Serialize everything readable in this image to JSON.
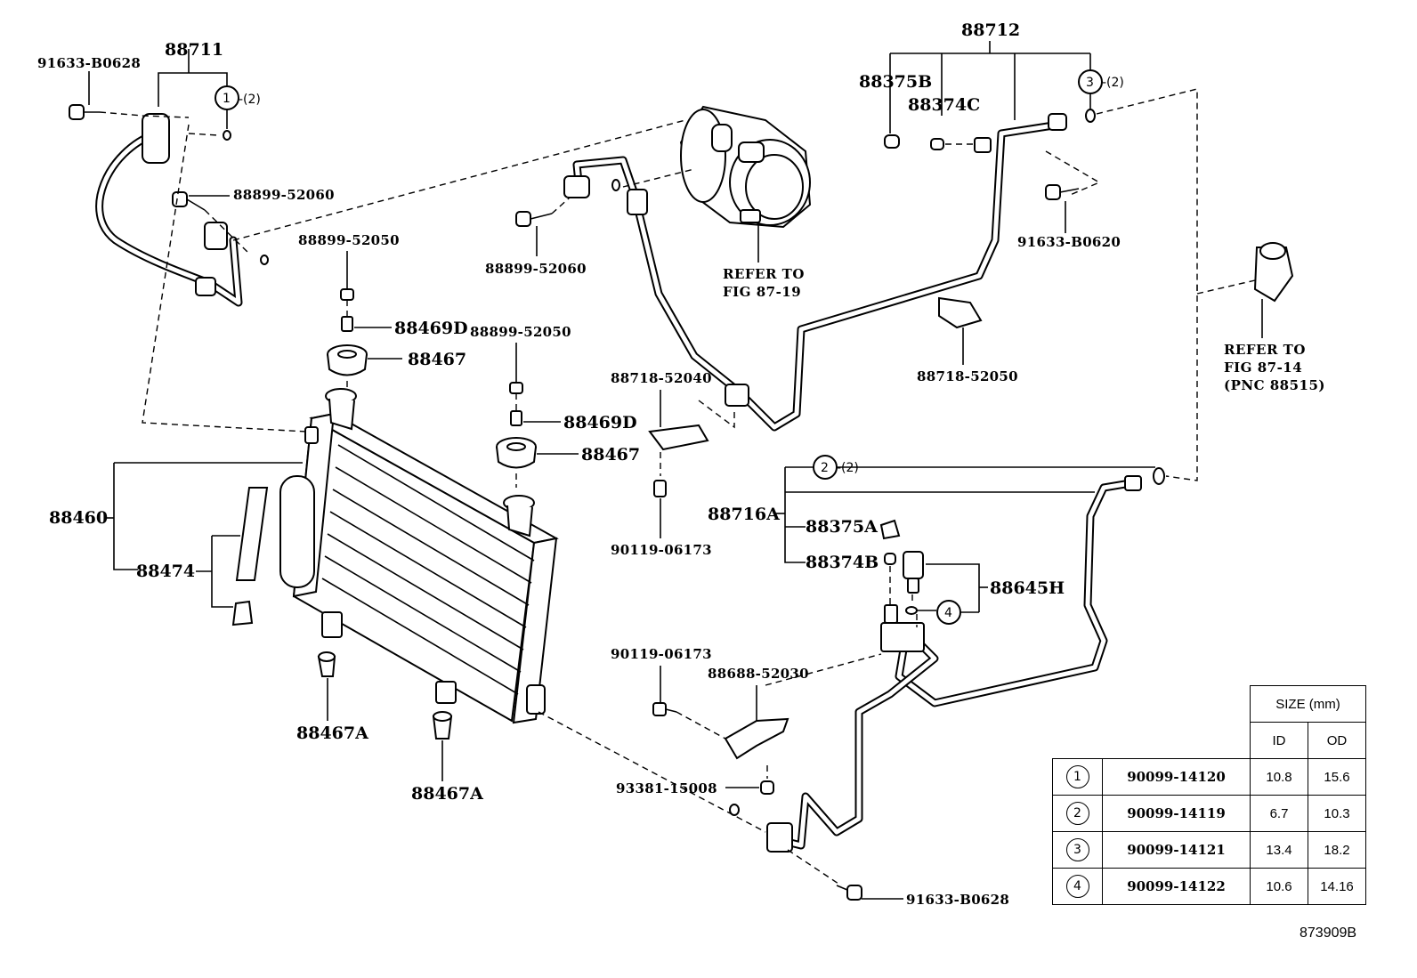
{
  "diagram": {
    "labels": {
      "p88711": "88711",
      "p91633_b0628_top": "91633-B0628",
      "qty_1": "-(2)",
      "p88899_52060_left": "88899-52060",
      "p88899_52050_a": "88899-52050",
      "p88469d_a": "88469D",
      "p88467_a": "88467",
      "p88899_52050_b": "88899-52050",
      "p88469d_b": "88469D",
      "p88467_b": "88467",
      "p88460": "88460",
      "p88474": "88474",
      "p88467a_left": "88467A",
      "p88467a_right": "88467A",
      "p88899_52060_mid": "88899-52060",
      "refer_87_19_a": "REFER TO",
      "refer_87_19_b": "FIG 87-19",
      "p88718_52040": "88718-52040",
      "p90119_06173_a": "90119-06173",
      "p88712": "88712",
      "p88375b": "88375B",
      "p88374c": "88374C",
      "qty_3": "-(2)",
      "p91633_b0620": "91633-B0620",
      "p88718_52050": "88718-52050",
      "refer_87_14_a": "REFER TO",
      "refer_87_14_b": "FIG 87-14",
      "refer_87_14_c": "(PNC 88515)",
      "qty_2": "-(2)",
      "p88716a": "88716A",
      "p88375a": "88375A",
      "p88374b": "88374B",
      "p88645h": "88645H",
      "p90119_06173_b": "90119-06173",
      "p88688_52030": "88688-52030",
      "p93381_15008": "93381-15008",
      "p91633_b0628_bottom": "91633-B0628"
    },
    "circle_refs": {
      "c1": "1",
      "c2": "2",
      "c3": "3",
      "c4": "4"
    }
  },
  "size_table": {
    "header_size": "SIZE (mm)",
    "header_id": "ID",
    "header_od": "OD",
    "rows": [
      {
        "index": "1",
        "part": "90099-14120",
        "id": "10.8",
        "od": "15.6"
      },
      {
        "index": "2",
        "part": "90099-14119",
        "id": "6.7",
        "od": "10.3"
      },
      {
        "index": "3",
        "part": "90099-14121",
        "id": "13.4",
        "od": "18.2"
      },
      {
        "index": "4",
        "part": "90099-14122",
        "id": "10.6",
        "od": "14.16"
      }
    ]
  },
  "figure_code": "873909B"
}
